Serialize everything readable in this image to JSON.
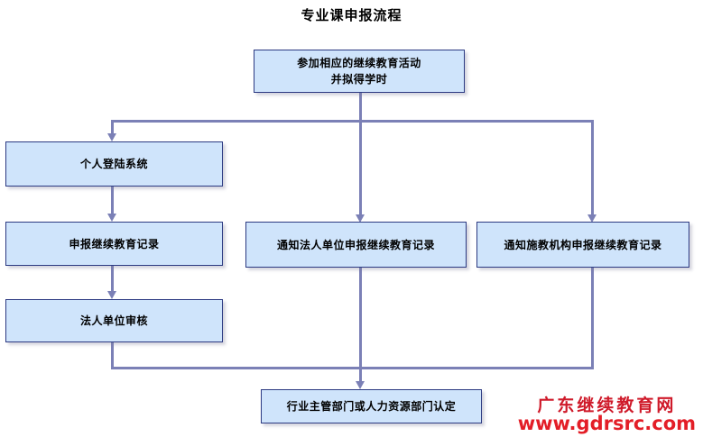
{
  "page": {
    "title": "专业课申报流程",
    "background_color": "#ffffff"
  },
  "theme": {
    "box_fill": "#cfe4fb",
    "box_border": "#2c3a82",
    "connector": "#7b80b6",
    "text": "#000000",
    "watermark_red": "#e31e27"
  },
  "nodes": {
    "start": {
      "line1": "参加相应的继续教育活动",
      "line2": "并拟得学时"
    },
    "personal_login": {
      "label": "个人登陆系统"
    },
    "declare_record": {
      "label": "申报继续教育记录"
    },
    "entity_review": {
      "label": "法人单位审核"
    },
    "notify_entity": {
      "label": "通知法人单位申报继续教育记录"
    },
    "notify_institution": {
      "label": "通知施教机构申报继续教育记录"
    },
    "final_approval": {
      "label": "行业主管部门或人力资源部门认定"
    }
  },
  "watermark": {
    "brand": "广东继续教育网",
    "url": "www.gdrsrc.com"
  }
}
